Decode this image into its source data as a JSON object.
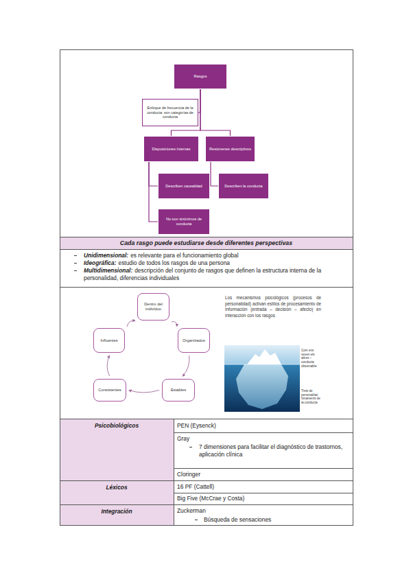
{
  "diagram": {
    "nodes": [
      {
        "text": [
          "Rasgos"
        ]
      },
      {
        "text": [
          "Enfoque de frecuencia de la conducta: son categorías de conducta"
        ]
      },
      {
        "text": [
          "Disposiciones internas"
        ]
      },
      {
        "text": [
          "Resúmenes descriptivos"
        ]
      },
      {
        "text": [
          "Describen causalidad"
        ]
      },
      {
        "text": [
          "No son sinónimos de conducta"
        ]
      },
      {
        "text": [
          "Describen la conducta"
        ]
      },
      {
        "text": [
          "Dentro del individuo"
        ]
      },
      {
        "text": [
          "Organizados"
        ]
      },
      {
        "text": [
          "Estables"
        ]
      },
      {
        "text": [
          "Consistentes"
        ]
      },
      {
        "text": [
          "Influentes"
        ]
      }
    ],
    "edges": [
      {
        "from": 0,
        "to": 1,
        "arrow": "none"
      },
      {
        "from": 0,
        "to": 2,
        "arrow": "none"
      },
      {
        "from": 0,
        "to": 3,
        "arrow": "none"
      },
      {
        "from": 2,
        "to": 4,
        "arrow": "none"
      },
      {
        "from": 2,
        "to": 5,
        "arrow": "none"
      },
      {
        "from": 3,
        "to": 6,
        "arrow": "none"
      },
      {
        "from": 7,
        "to": 8,
        "arrow": "to"
      },
      {
        "from": 8,
        "to": 9,
        "arrow": "to"
      },
      {
        "from": 9,
        "to": 10,
        "arrow": "to"
      },
      {
        "from": 10,
        "to": 11,
        "arrow": "to"
      },
      {
        "from": 11,
        "to": 7,
        "arrow": "to"
      }
    ],
    "labels": [
      "Cada rasgo puede estudiarse desde diferentes perspectivas",
      "Unidimensional:",
      "es relevante para el funcionamiento global",
      "Ideográfica:",
      "estudio de todos los rasgos de una persona",
      "Multidimensional:",
      "descripción del conjunto de rasgos que definen la estructura interna de la personalidad, diferencias individuales",
      "Los mecanismos psicológicos (procesos de personalidad) activan estilos de procesamiento de información (entrada – decisión – afecto) en interacción con los rasgos",
      "Com ens veuen els altres – conducta observable",
      "Trets de personalitat: fonaments de la conducta",
      "Psicobiológicos",
      "PEN (Eysenck)",
      "Gray",
      "7 dimensiones para facilitar el diagnóstico de trastornos, aplicación clínica",
      "Cloringer",
      "Léxicos",
      "16 PF (Cattell)",
      "Big Five (McCrae y Costa)",
      "Integración",
      "Zuckerman",
      "Búsqueda de sensaciones"
    ]
  }
}
